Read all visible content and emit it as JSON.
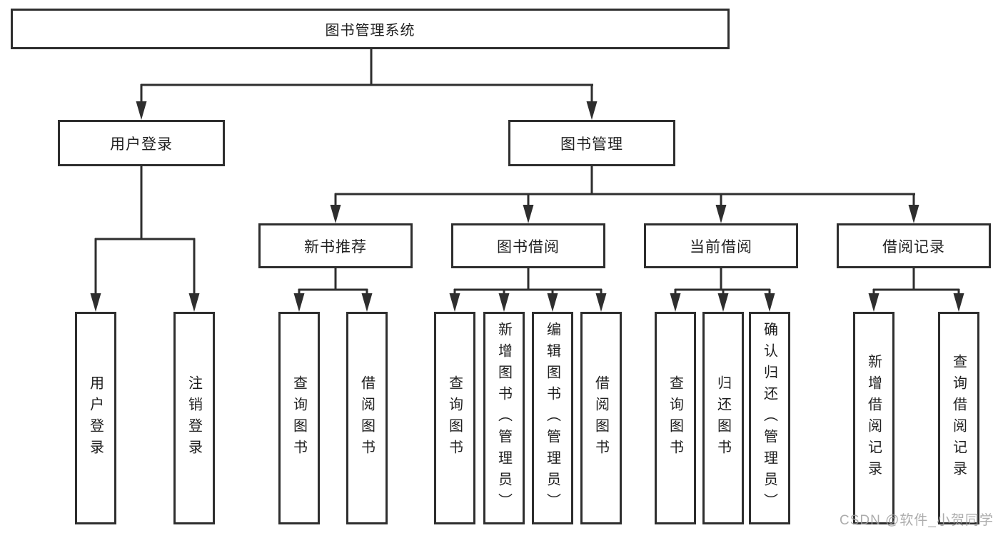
{
  "diagram": {
    "type": "hierarchy-tree",
    "title": "图书管理系统",
    "watermark": "CSDN @软件_小贺同学",
    "colors": {
      "line": "#2e2e2e",
      "box_border": "#2e2e2e",
      "box_fill": "#ffffff",
      "text": "#1f1f1f",
      "watermark": "#9e9e9e",
      "background": "#ffffff"
    },
    "nodes": {
      "root": {
        "label": "图书管理系统"
      },
      "level2": [
        {
          "label": "用户登录"
        },
        {
          "label": "图书管理"
        }
      ],
      "level3": [
        {
          "label": "新书推荐",
          "parent": "图书管理"
        },
        {
          "label": "图书借阅",
          "parent": "图书管理"
        },
        {
          "label": "当前借阅",
          "parent": "图书管理"
        },
        {
          "label": "借阅记录",
          "parent": "图书管理"
        }
      ],
      "leaves": [
        {
          "label": "用户登录",
          "parent": "用户登录"
        },
        {
          "label": "注销登录",
          "parent": "用户登录"
        },
        {
          "label": "查询图书",
          "parent": "新书推荐"
        },
        {
          "label": "借阅图书",
          "parent": "新书推荐"
        },
        {
          "label": "查询图书",
          "parent": "图书借阅"
        },
        {
          "label": "新增图书（管理员）",
          "parent": "图书借阅"
        },
        {
          "label": "编辑图书（管理员）",
          "parent": "图书借阅"
        },
        {
          "label": "借阅图书",
          "parent": "图书借阅"
        },
        {
          "label": "查询图书",
          "parent": "当前借阅"
        },
        {
          "label": "归还图书",
          "parent": "当前借阅"
        },
        {
          "label": "确认归还（管理员）",
          "parent": "当前借阅"
        },
        {
          "label": "新增借阅记录",
          "parent": "借阅记录"
        },
        {
          "label": "查询借阅记录",
          "parent": "借阅记录"
        }
      ]
    }
  }
}
